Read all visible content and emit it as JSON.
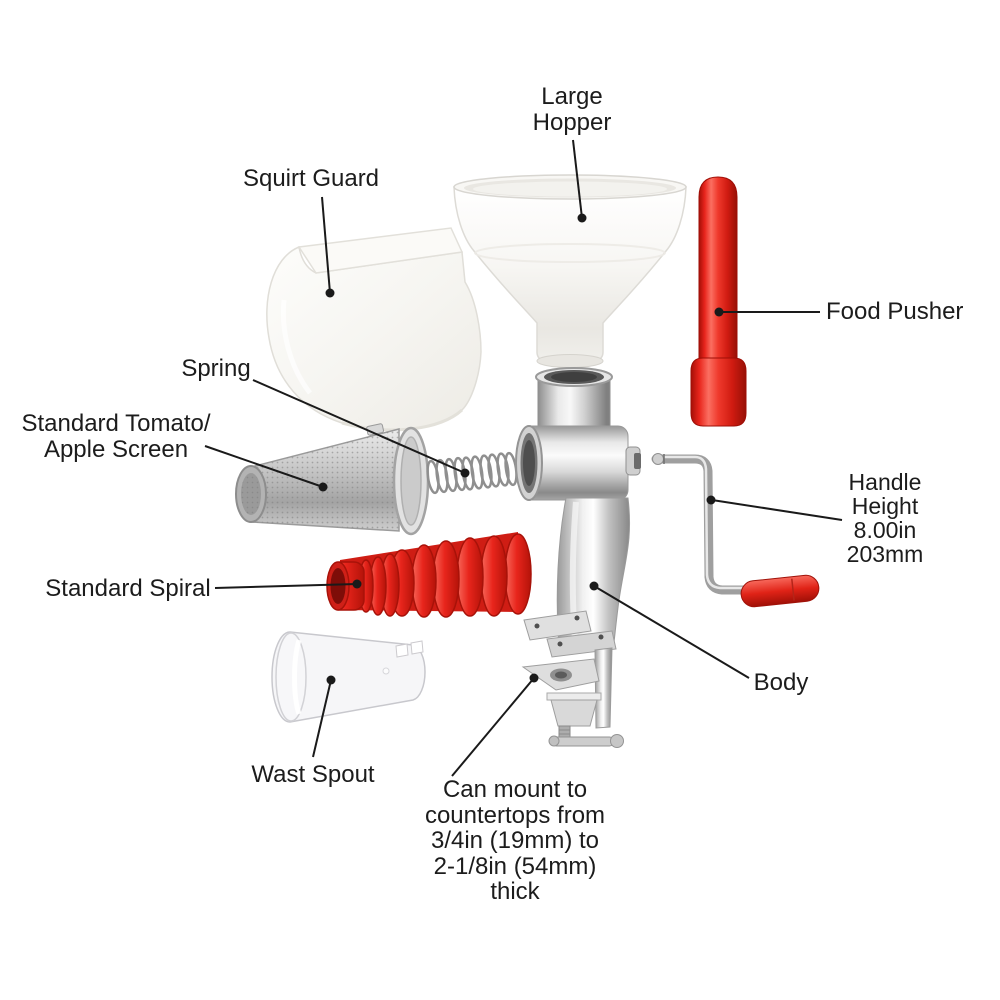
{
  "page": {
    "background": "#ffffff",
    "description": "Exploded parts diagram of a hand-crank tomato strainer / food mill"
  },
  "colors": {
    "label_text": "#1c1c1c",
    "leader_line": "#1a1a1a",
    "red_part": "#e8251c",
    "chrome_part": "#c7c7c7",
    "white_plastic": "#f7f6f2"
  },
  "labels": {
    "large_hopper": [
      "Large",
      "Hopper"
    ],
    "squirt_guard": [
      "Squirt Guard"
    ],
    "food_pusher": [
      "Food Pusher"
    ],
    "spring": [
      "Spring"
    ],
    "tomato_screen": [
      "Standard Tomato/",
      "Apple Screen"
    ],
    "standard_spiral": [
      "Standard Spiral"
    ],
    "handle_height": [
      "Handle",
      "Height",
      "8.00in",
      "203mm"
    ],
    "body": [
      "Body"
    ],
    "wast_spout": [
      "Wast Spout"
    ],
    "mount_note": [
      "Can mount to",
      "countertops from",
      "3/4in (19mm) to",
      "2-1/8in (54mm)",
      "thick"
    ]
  }
}
